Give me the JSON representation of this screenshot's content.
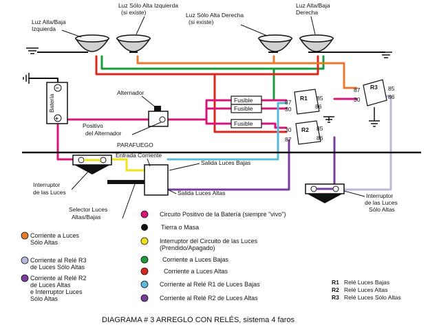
{
  "labels": {
    "lamp_left_outer": [
      "Luz Alta/Baja",
      "Izquierda"
    ],
    "lamp_left_inner": [
      "Luz Sólo Alta Izquierda",
      "(si existe)"
    ],
    "lamp_right_inner": [
      "Luz Sólo Alta Derecha",
      "(si existe)"
    ],
    "lamp_right_outer": [
      "Luz Alta/Baja",
      "Derecha"
    ],
    "battery": "Batería",
    "alternator": "Alternador",
    "alternator_positive": [
      "Positivo",
      "del Alternador"
    ],
    "firewall": "PARAFUEGO",
    "input_current": "Entrada Corriente",
    "output_low": "Salida Luces Bajas",
    "output_high": "Salida Luces Altas",
    "light_switch": [
      "Interruptor",
      "de las Luces"
    ],
    "beam_selector": [
      "Selector Luces",
      "Altas/Bajas"
    ],
    "high_switch": [
      "Interruptor",
      "de las Luces",
      "Sólo Altas"
    ],
    "fuse": "Fusible",
    "relay_r1": "R1",
    "relay_r2": "R2",
    "relay_r3": "R3",
    "pin_87": "87",
    "pin_30": "30",
    "pin_85": "85",
    "pin_86": "86",
    "batt_minus": "−",
    "batt_plus": "+"
  },
  "legend_left": [
    {
      "text": [
        "Corriente a Luces",
        "Sólo Altas"
      ],
      "color": "#e87a2e"
    },
    {
      "text": [
        "Corriente al Relé R3",
        "de Luces Sólo Altas"
      ],
      "color": "#b8b8d8"
    },
    {
      "text": [
        "Corriente al Relé R2",
        "de Luces Altas",
        "e Interruptor Luces",
        "Sólo Altas"
      ],
      "color": "#7a3c9a"
    }
  ],
  "legend_main": [
    {
      "text": [
        "Circuito Positivo de la Batería (siempre \"vivo\")"
      ],
      "color": "#d6147a"
    },
    {
      "text": [
        "Tierra o Masa"
      ],
      "color": "#111111"
    },
    {
      "text": [
        "Interruptor del Circuito de las Luces",
        "(Prendido/Apagado)"
      ],
      "color": "#f2e21a"
    },
    {
      "text": [
        "Corriente a Luces Bajas"
      ],
      "color": "#1a9a3a"
    },
    {
      "text": [
        "Corriente a Luces Altas"
      ],
      "color": "#d8281e"
    },
    {
      "text": [
        "Corriente al Relé R1 de Luces Bajas"
      ],
      "color": "#5ab8d8"
    },
    {
      "text": [
        "Corriente al Relé R2 de Luces Altas"
      ],
      "color": "#7a3c9a"
    }
  ],
  "relay_key": [
    {
      "code": "R1",
      "text": "Relé Luces Bajas"
    },
    {
      "code": "R2",
      "text": "Relé Luces Altas"
    },
    {
      "code": "R3",
      "text": "Relé Luces Sólo Altas"
    }
  ],
  "caption": {
    "bold": "DIAGRAMA # 3  ARREGLO CON RELÉS,",
    "rest": " sistema 4 faros"
  },
  "colors": {
    "battery_positive": "#d6147a",
    "ground": "#111111",
    "switch": "#f2e21a",
    "low": "#1a9a3a",
    "high": "#d8281e",
    "high_only": "#e87a2e",
    "r1_coil": "#5ab8d8",
    "r2_coil": "#7a3c9a",
    "r3_coil": "#b8b8d8"
  }
}
